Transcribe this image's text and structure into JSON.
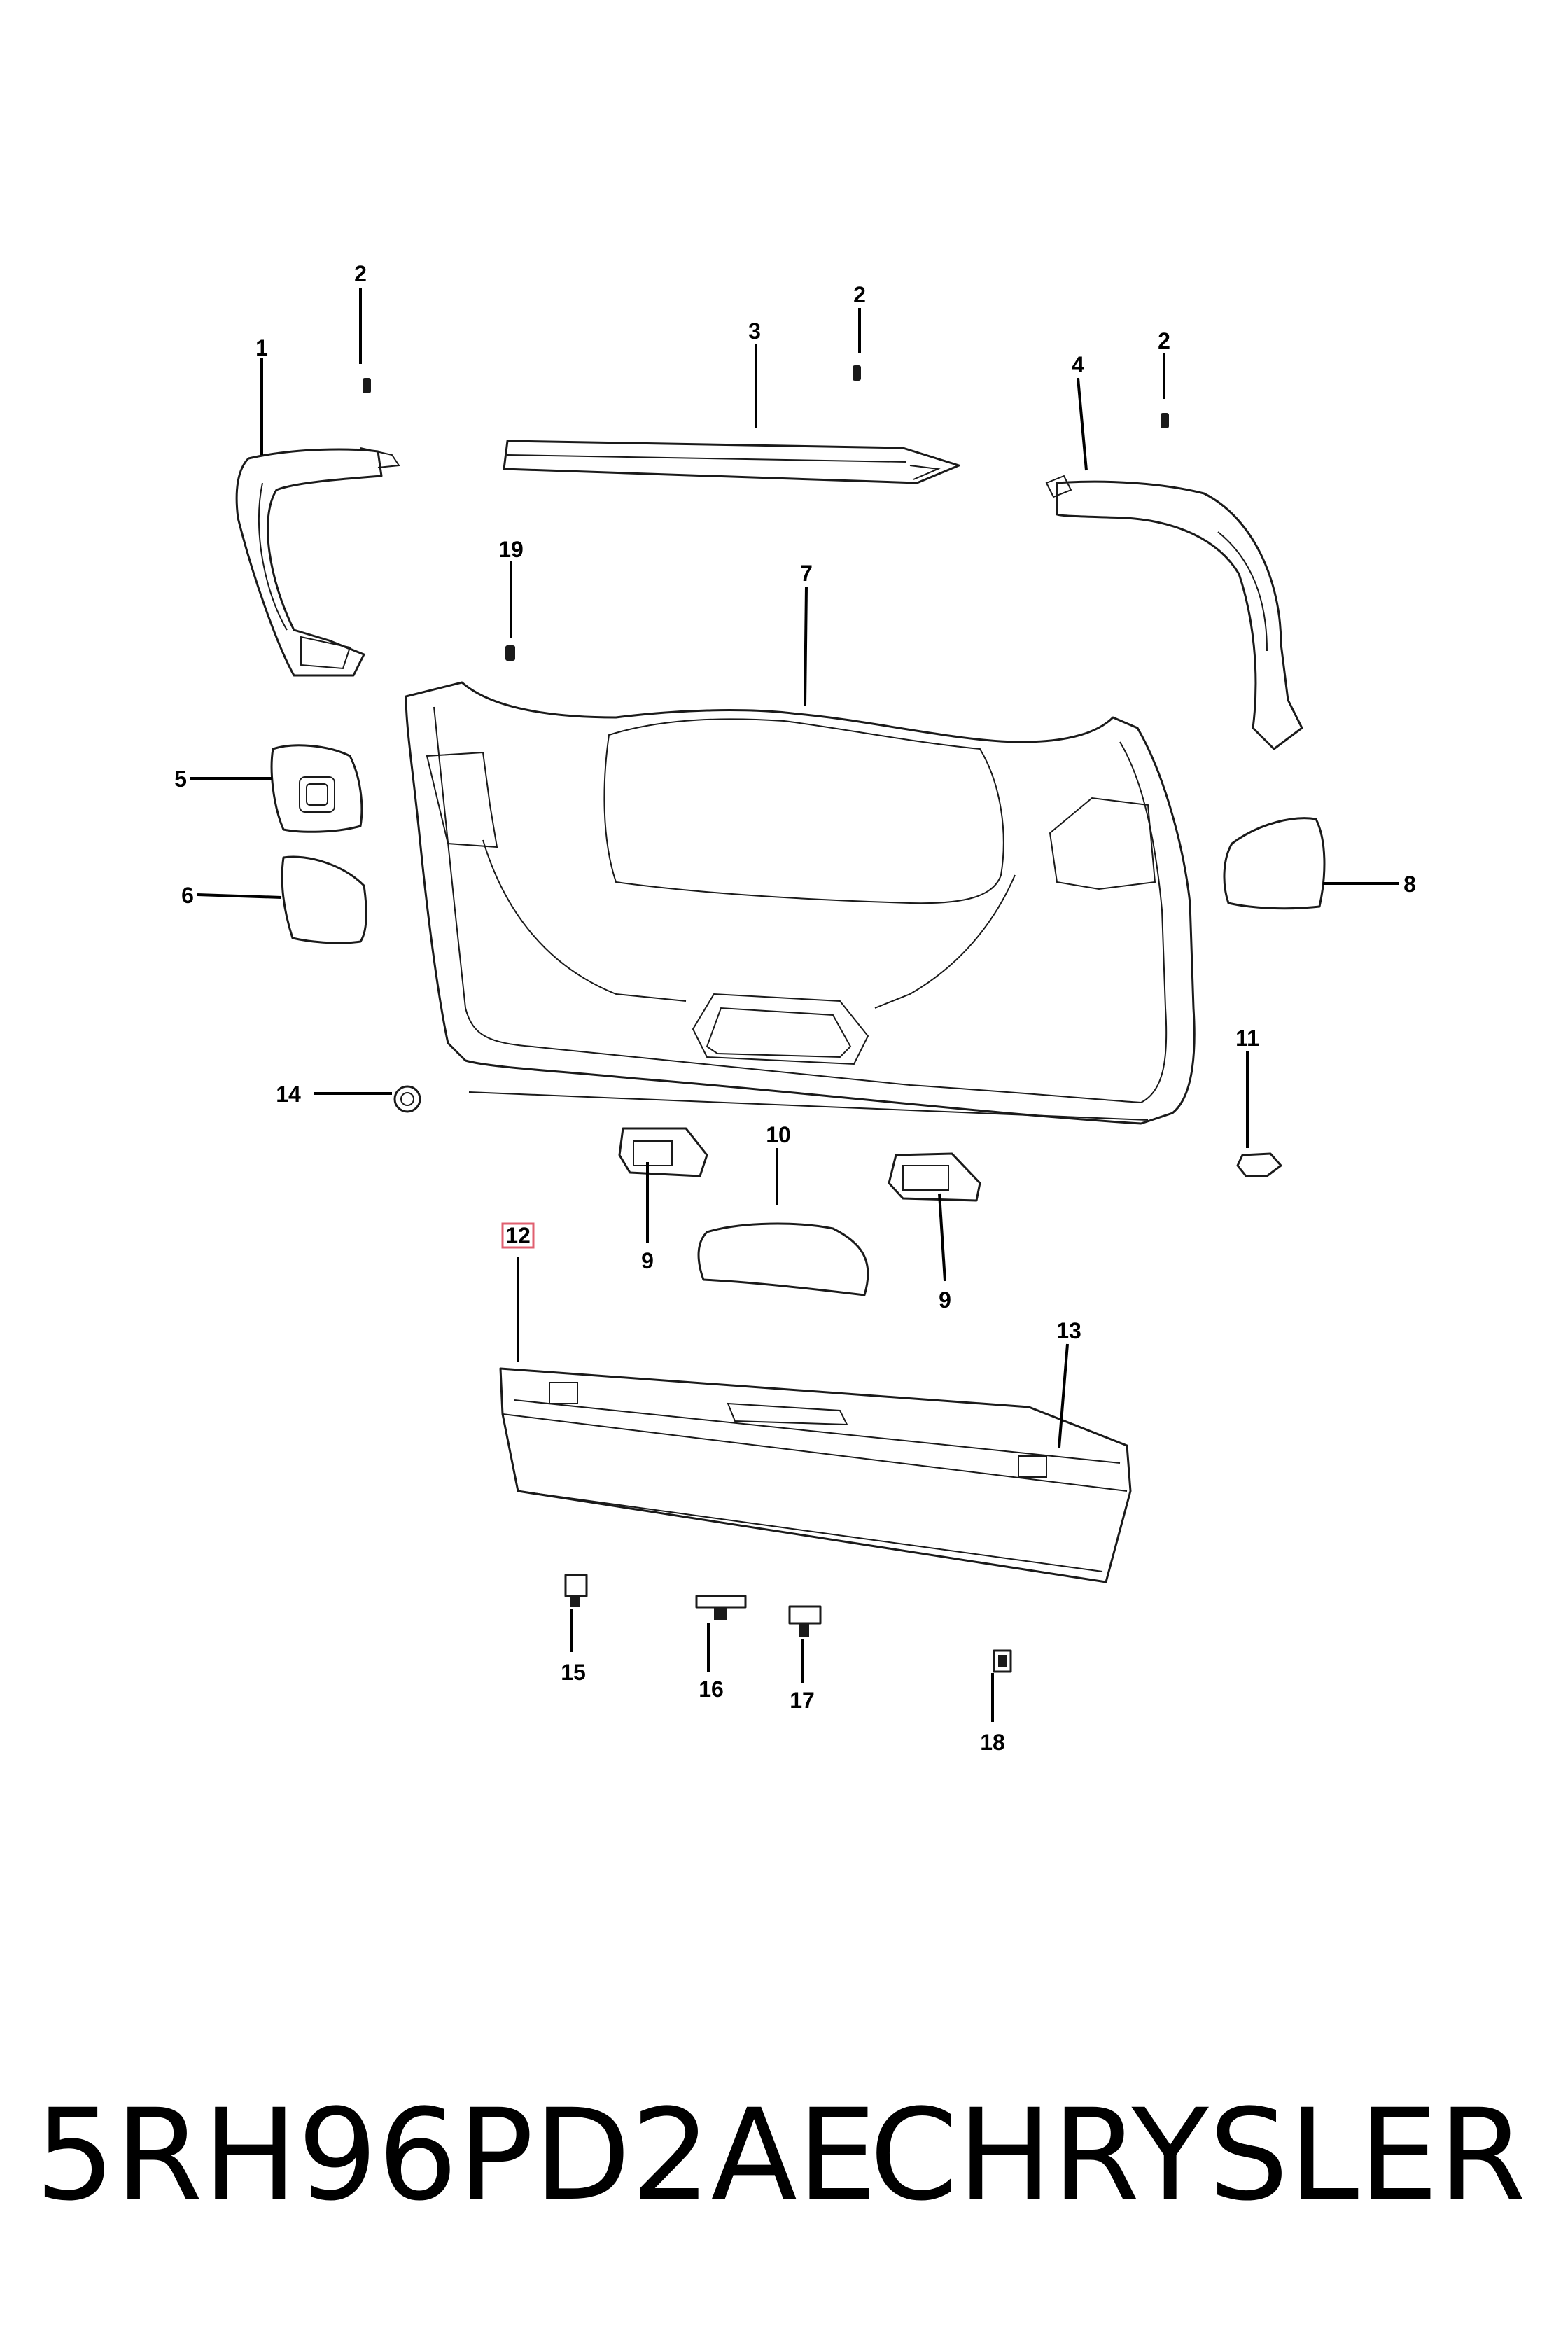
{
  "callouts": {
    "c1": "1",
    "c2a": "2",
    "c2b": "2",
    "c2c": "2",
    "c3": "3",
    "c4": "4",
    "c5": "5",
    "c6": "6",
    "c7": "7",
    "c8": "8",
    "c9a": "9",
    "c9b": "9",
    "c10": "10",
    "c11": "11",
    "c12": "12",
    "c13": "13",
    "c14": "14",
    "c15": "15",
    "c16": "16",
    "c17": "17",
    "c18": "18",
    "c19": "19"
  },
  "highlight_callout": "12",
  "highlight_color": "#e06070",
  "footer": {
    "part_number": "5RH96PD2AE",
    "brand": "CHRYSLER"
  }
}
